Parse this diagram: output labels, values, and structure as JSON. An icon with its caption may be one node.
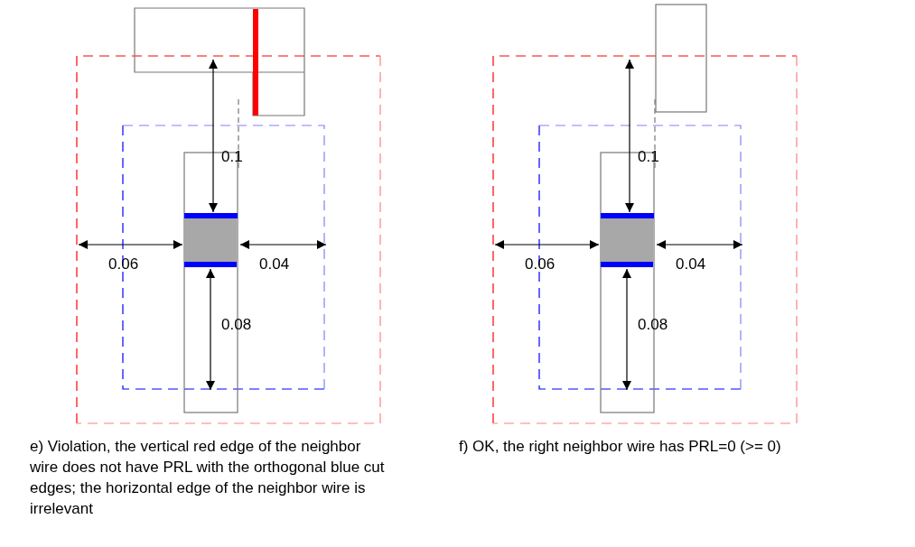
{
  "diagram": {
    "labels": [
      "0.1",
      "0.06",
      "0.04",
      "0.08",
      "e) Violation, the vertical red edge of the neighbor wire does not have PRL with the orthogonal blue cut edges; the horizontal edge of the neighbor wire is irrelevant",
      "0.1",
      "0.06",
      "0.04",
      "0.08",
      "f) OK, the right neighbor wire has PRL=0 (>= 0)"
    ]
  }
}
